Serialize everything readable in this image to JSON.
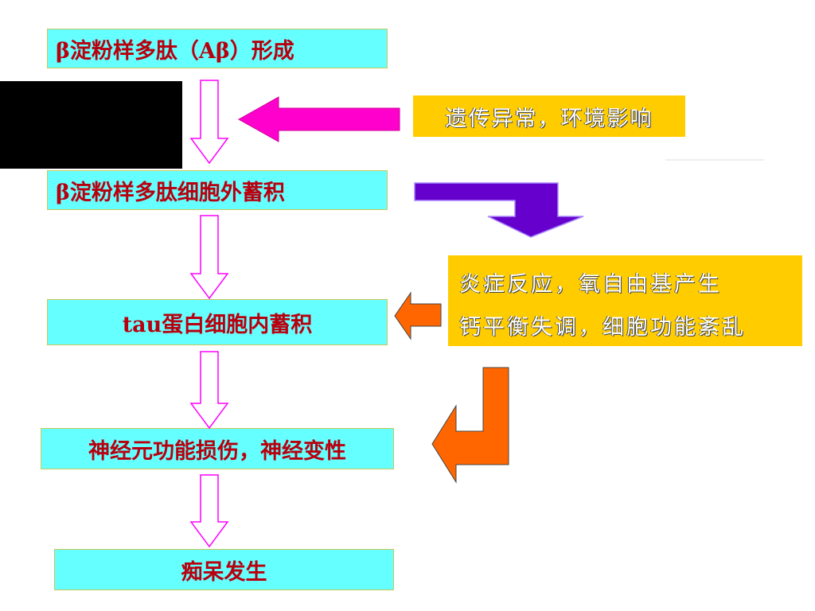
{
  "diagram": {
    "steps": [
      {
        "label": "β淀粉样多肽（Aβ）形成"
      },
      {
        "label": "β淀粉样多肽细胞外蓄积"
      },
      {
        "label": "tau蛋白细胞内蓄积"
      },
      {
        "label": "神经元功能损伤，神经变性"
      },
      {
        "label": "痴呆发生"
      }
    ],
    "cause": {
      "label": "遗传异常，环境影响"
    },
    "effects": {
      "line1": "炎症反应，氧自由基产生",
      "line2": "钙平衡失调，细胞功能紊乱"
    }
  },
  "colors": {
    "step_fill": "#66ffff",
    "step_text": "#b8000f",
    "side_box_fill": "#ffcc00",
    "magenta_arrow": "#ff00cc",
    "purple_arrow": "#6600cc",
    "orange_arrow": "#ff6600",
    "down_arrow_outline": "#ff00ff",
    "redaction": "#000000"
  },
  "icons": [
    "hollow-down-arrow",
    "left-arrow",
    "elbow-down-arrow",
    "elbow-left-arrow"
  ]
}
